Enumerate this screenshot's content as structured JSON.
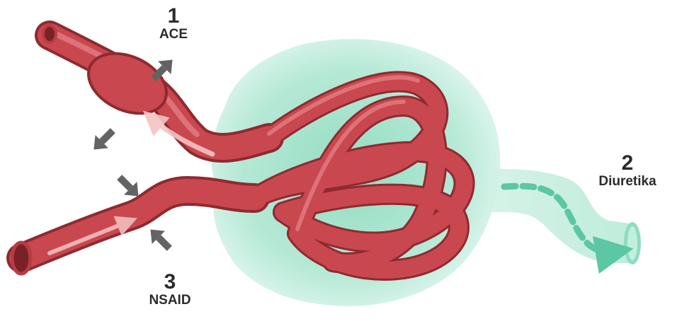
{
  "labels": {
    "ace": {
      "number": "1",
      "text": "ACE"
    },
    "diuretika": {
      "number": "2",
      "text": "Diuretika"
    },
    "nsaid": {
      "number": "3",
      "text": "NSAID"
    }
  },
  "colors": {
    "vessel": "#c9474f",
    "vessel_dark": "#8e2a30",
    "vessel_light": "#e6858a",
    "capsule": "#9fe0c8",
    "capsule_light": "#d4f3e7",
    "filtrate_arrow": "#5cc7a4",
    "pressure_arrow": "#636363",
    "flow_arrow": "#f4c4c4"
  },
  "icons": {
    "pressure_arrow": "arrow-icon",
    "flow_arrow": "flow-arrow-icon"
  }
}
